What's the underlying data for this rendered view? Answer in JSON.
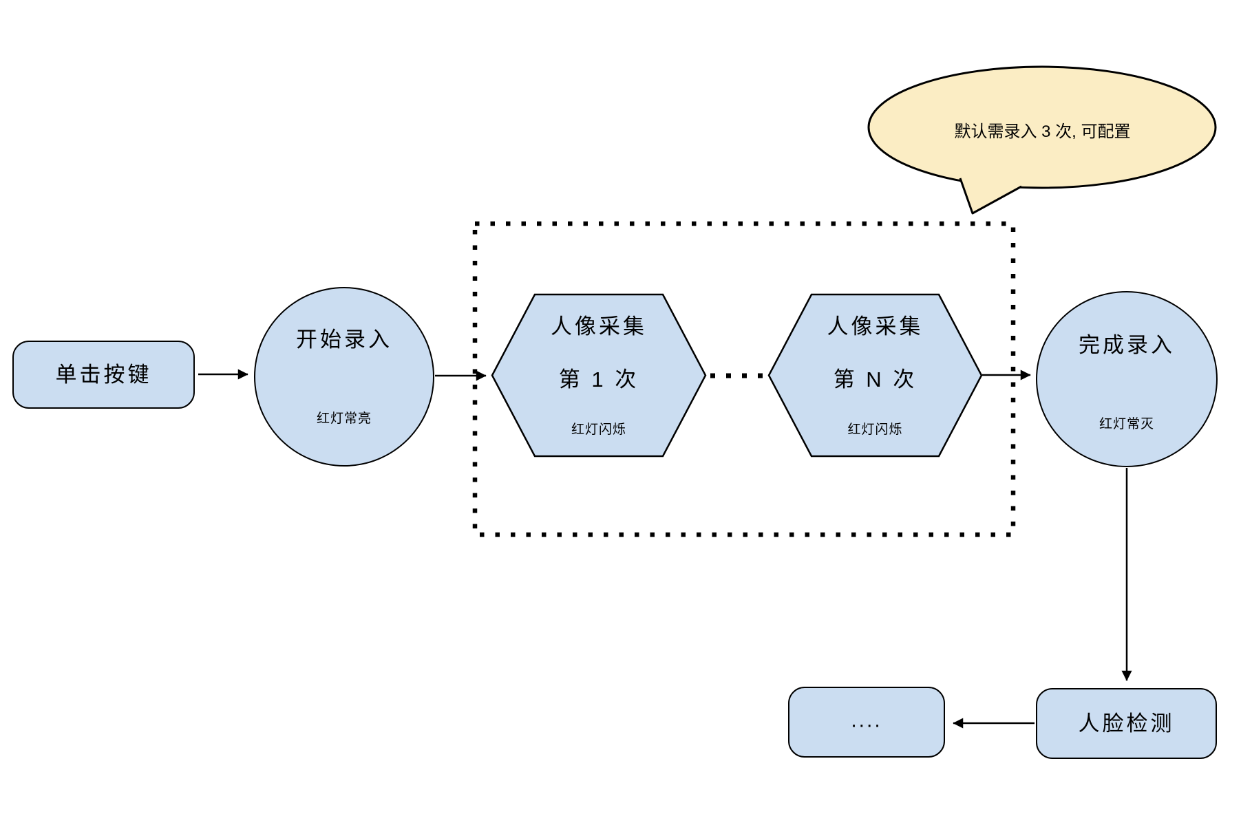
{
  "colors": {
    "node_fill": "#CBDDF1",
    "node_stroke": "#000000",
    "callout_fill": "#FBEDC4",
    "background": "#FFFFFF"
  },
  "callout": {
    "text": "默认需录入 3 次, 可配置"
  },
  "nodes": {
    "click_button": {
      "label": "单击按键"
    },
    "start_enroll": {
      "label": "开始录入",
      "sublabel": "红灯常亮"
    },
    "capture_first": {
      "label": "人像采集",
      "label2": "第 1 次",
      "sublabel": "红灯闪烁"
    },
    "capture_nth": {
      "label": "人像采集",
      "label2": "第 N 次",
      "sublabel": "红灯闪烁"
    },
    "finish_enroll": {
      "label": "完成录入",
      "sublabel": "红灯常灭"
    },
    "face_detection": {
      "label": "人脸检测"
    },
    "continuation": {
      "label": "...."
    }
  }
}
